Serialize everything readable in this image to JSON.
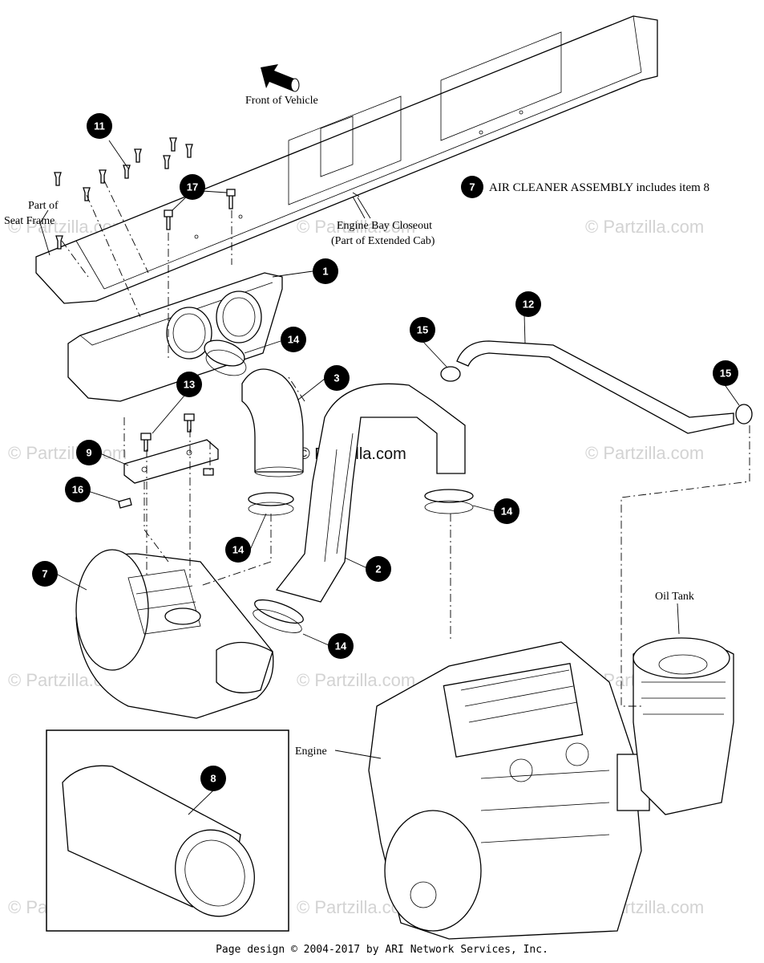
{
  "watermark": "© Partzilla.com",
  "watermark_center": "© Partzilla.com",
  "labels": {
    "front_of_vehicle": "Front of Vehicle",
    "seat_frame_1": "Part of",
    "seat_frame_2": "Seat Frame",
    "closeout_1": "Engine Bay Closeout",
    "closeout_2": "(Part of Extended Cab)",
    "oil_tank": "Oil Tank",
    "engine": "Engine",
    "note_num": "7",
    "note_text": "AIR CLEANER ASSEMBLY includes item 8"
  },
  "callouts": [
    "1",
    "2",
    "3",
    "7",
    "8",
    "9",
    "11",
    "12",
    "13",
    "14",
    "15",
    "16",
    "17"
  ],
  "footer": "Page design © 2004-2017 by ARI Network Services, Inc."
}
